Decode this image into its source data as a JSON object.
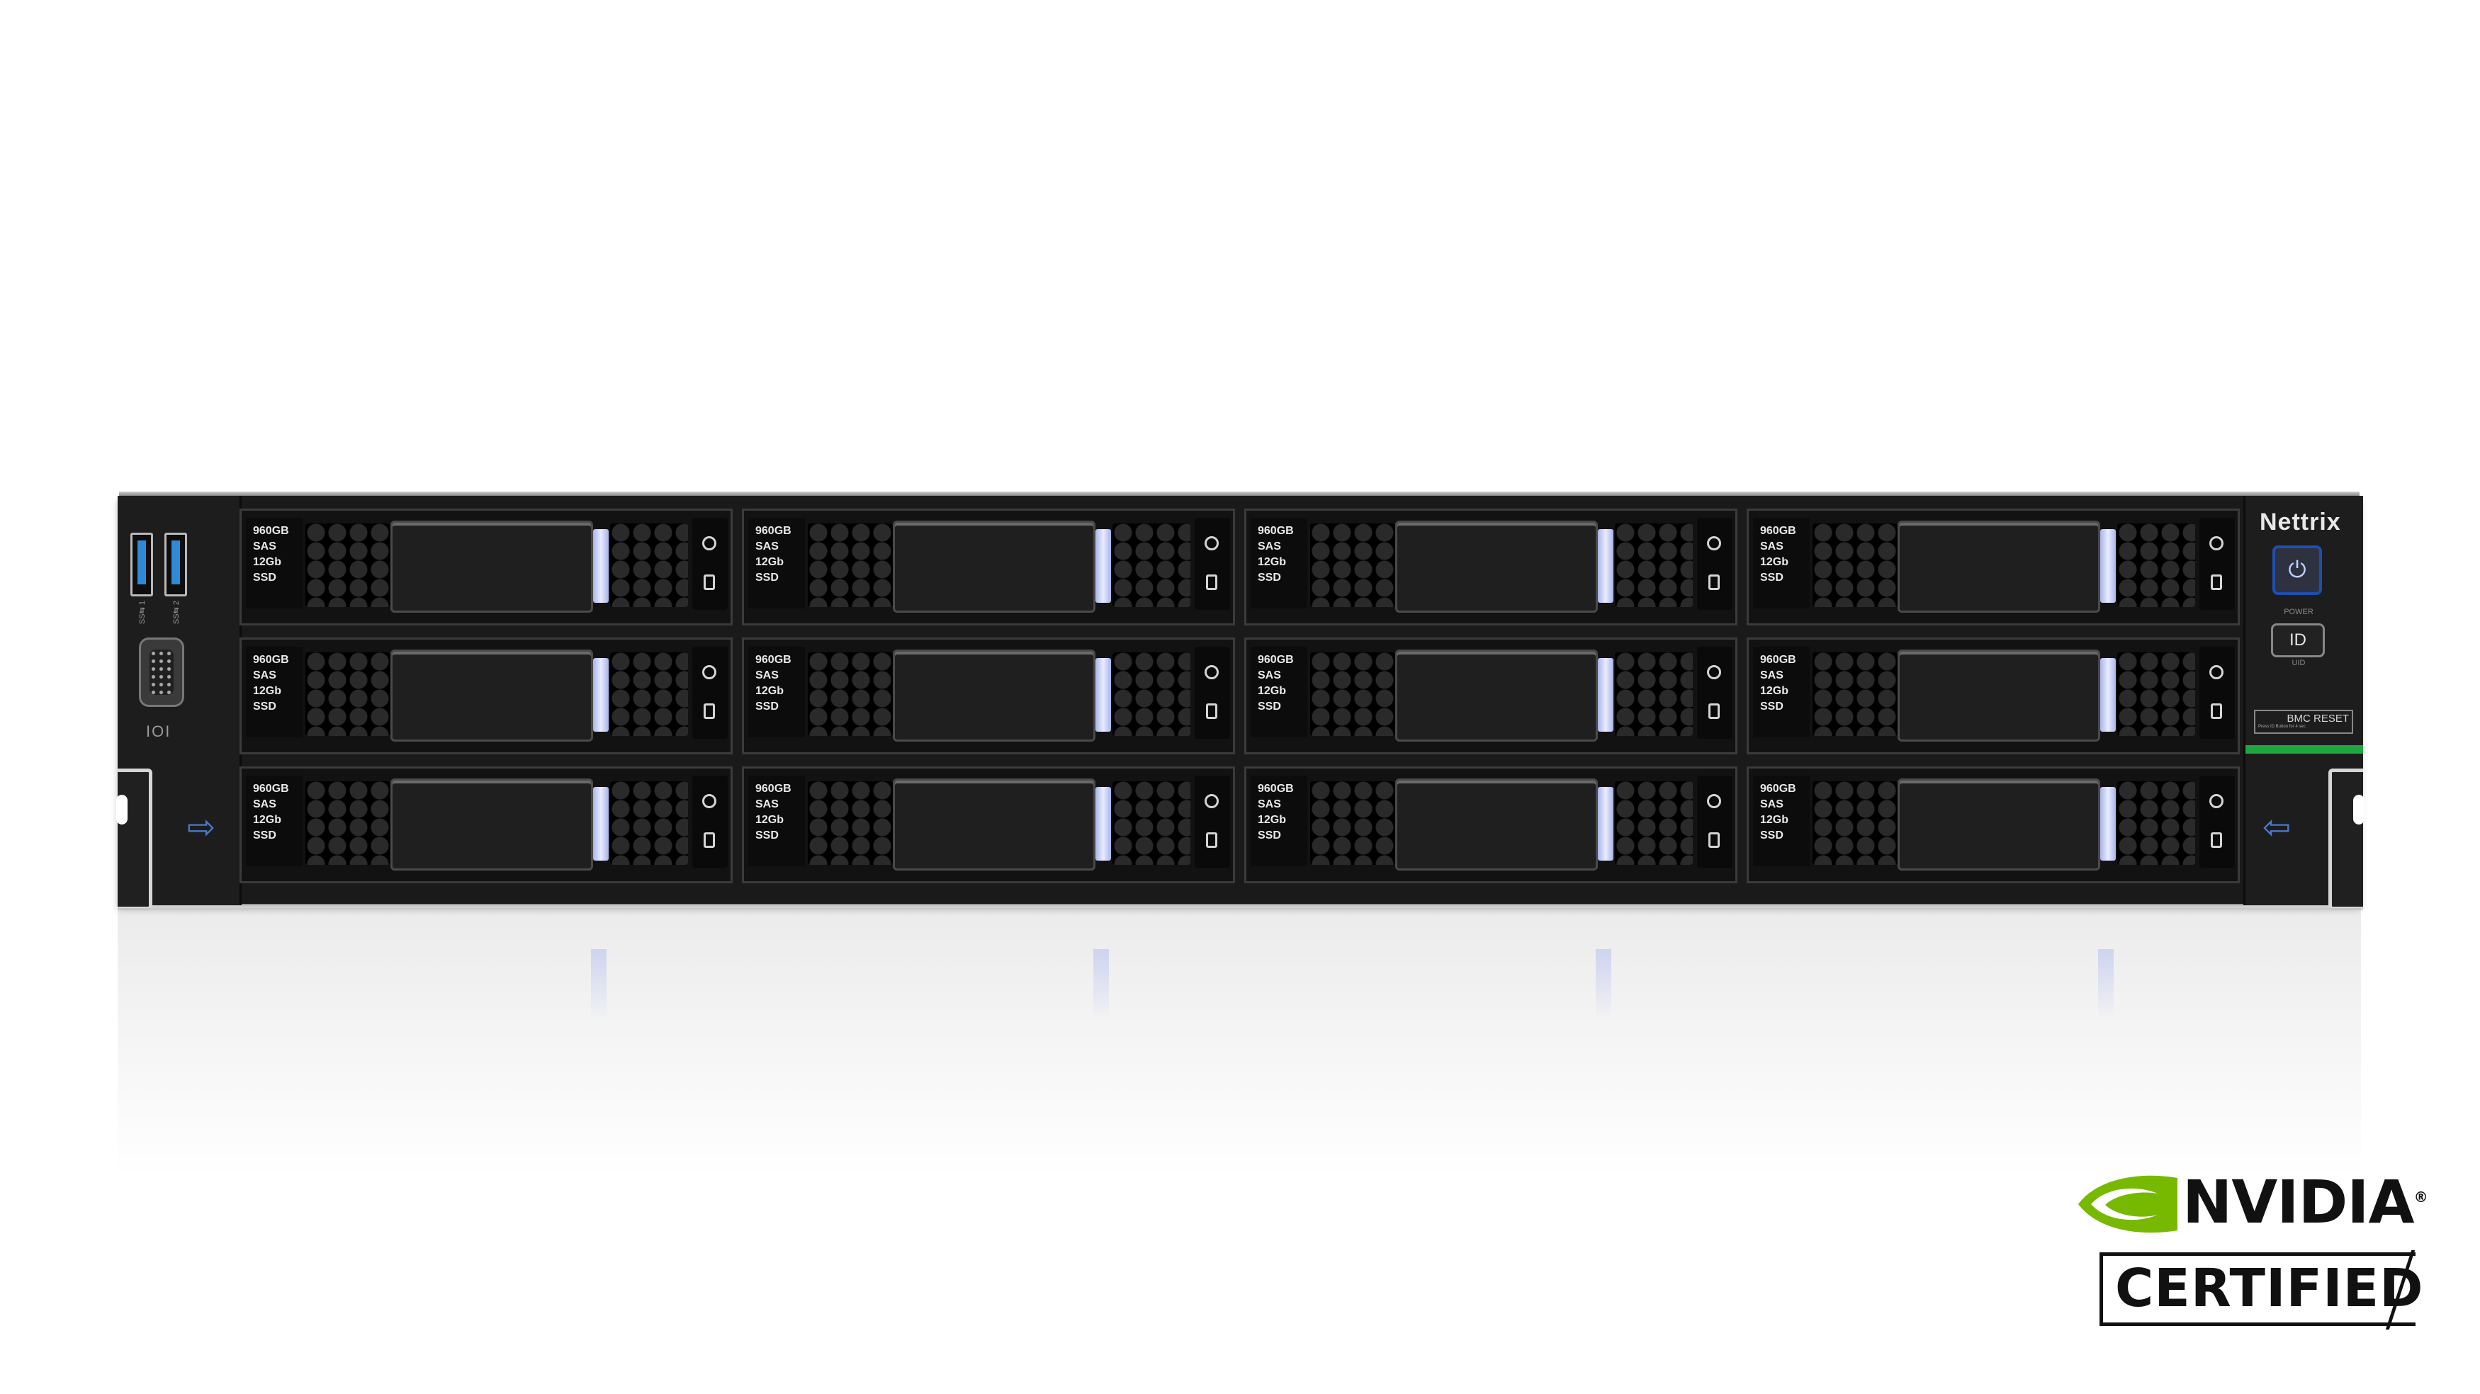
{
  "server": {
    "brand": "Nettrix",
    "usb_labels": [
      "SS⇆ 1",
      "SS⇆ 2"
    ],
    "vga_label": "IOI",
    "power_label": "POWER",
    "power_icon": "power-icon",
    "uid_button": "ID",
    "uid_label": "UID",
    "bmc_reset": {
      "label": "BMC RESET",
      "note": "Press ID Button for 4 sec"
    },
    "colors": {
      "usb": "#2e8ad8",
      "status_bar": "#1ea73f",
      "drive_latch": "#c9d1f8",
      "power_button": "#1f4fae"
    }
  },
  "drive_bays": [
    {
      "capacity": "960GB",
      "interface": "SAS",
      "speed": "12Gb",
      "type": "SSD"
    },
    {
      "capacity": "960GB",
      "interface": "SAS",
      "speed": "12Gb",
      "type": "SSD"
    },
    {
      "capacity": "960GB",
      "interface": "SAS",
      "speed": "12Gb",
      "type": "SSD"
    },
    {
      "capacity": "960GB",
      "interface": "SAS",
      "speed": "12Gb",
      "type": "SSD"
    },
    {
      "capacity": "960GB",
      "interface": "SAS",
      "speed": "12Gb",
      "type": "SSD"
    },
    {
      "capacity": "960GB",
      "interface": "SAS",
      "speed": "12Gb",
      "type": "SSD"
    },
    {
      "capacity": "960GB",
      "interface": "SAS",
      "speed": "12Gb",
      "type": "SSD"
    },
    {
      "capacity": "960GB",
      "interface": "SAS",
      "speed": "12Gb",
      "type": "SSD"
    },
    {
      "capacity": "960GB",
      "interface": "SAS",
      "speed": "12Gb",
      "type": "SSD"
    },
    {
      "capacity": "960GB",
      "interface": "SAS",
      "speed": "12Gb",
      "type": "SSD"
    },
    {
      "capacity": "960GB",
      "interface": "SAS",
      "speed": "12Gb",
      "type": "SSD"
    },
    {
      "capacity": "960GB",
      "interface": "SAS",
      "speed": "12Gb",
      "type": "SSD"
    }
  ],
  "certification": {
    "brand": "NVIDIA",
    "mark": "®",
    "badge": "CERTIFIED",
    "logo_icon": "nvidia-eye-icon",
    "color": "#76b900"
  }
}
